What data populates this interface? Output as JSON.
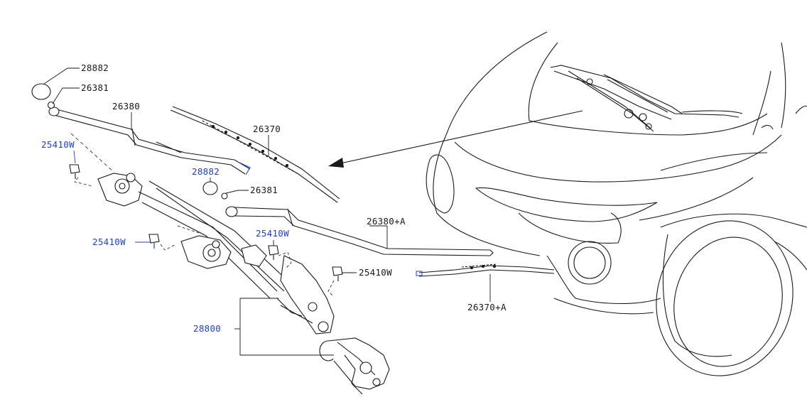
{
  "colors": {
    "ink": "#1a1a1a",
    "highlight": "#1f3fd6",
    "background": "#ffffff"
  },
  "labels": {
    "cap_left": "28882",
    "nut_left": "26381",
    "arm_left": "26380",
    "blade_left": "26370",
    "bolt_left_upper": "25410W",
    "cap_right": "28882",
    "nut_right": "26381",
    "arm_right": "26380+A",
    "bolt_left_lower": "25410W",
    "bolt_center": "25410W",
    "bolt_right": "25410W",
    "blade_right": "26370+A",
    "linkage_motor": "28800"
  },
  "icons": {
    "arrow": "direction-arrow-icon",
    "car": "vehicle-front-outline"
  }
}
